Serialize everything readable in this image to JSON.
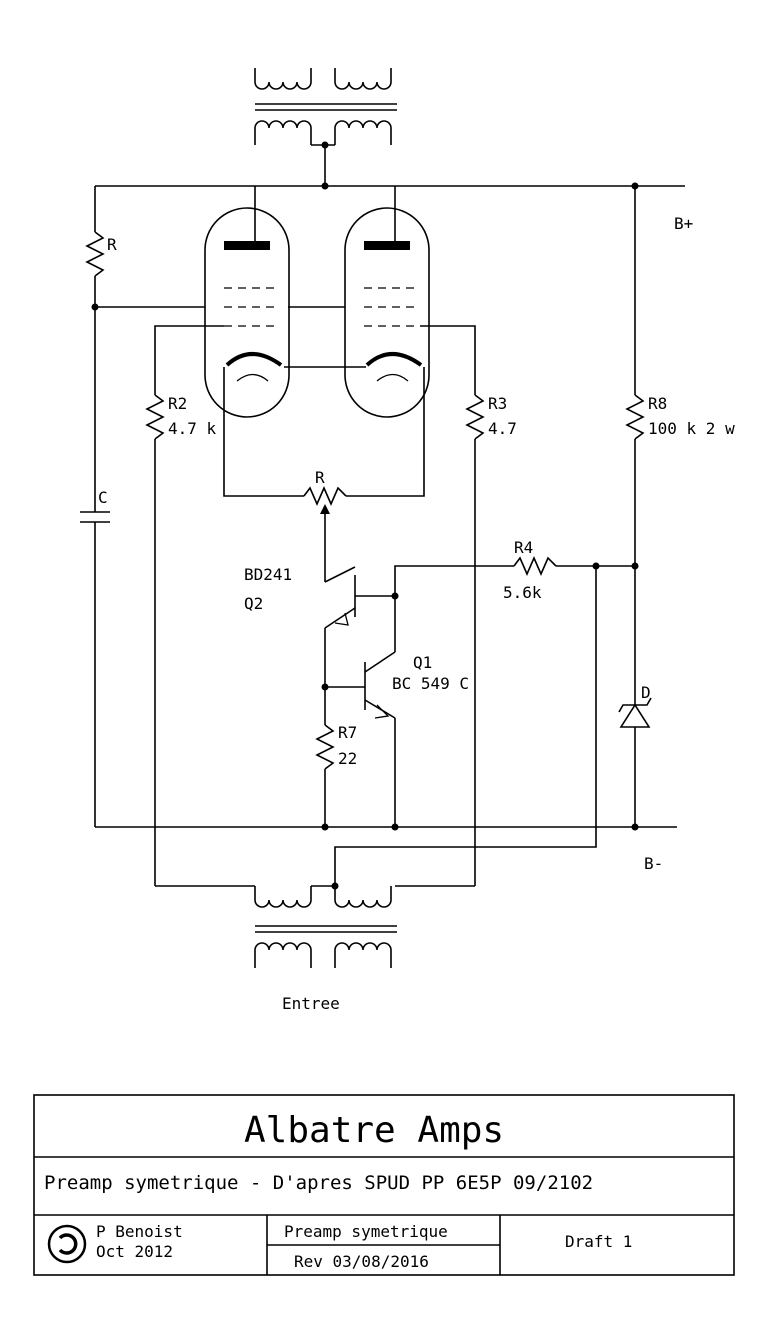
{
  "labels": {
    "bplus": "B+",
    "bminus": "B-",
    "r_top": "R",
    "c": "C",
    "r2": "R2",
    "r2_val": "4.7 k",
    "r3": "R3",
    "r3_val": "4.7",
    "r8": "R8",
    "r8_val": "100 k 2 w",
    "r_pot": "R",
    "bd241": "BD241",
    "q2": "Q2",
    "r4": "R4",
    "r4_val": "5.6k",
    "q1": "Q1",
    "q1_val": "BC 549 C",
    "d": "D",
    "r7": "R7",
    "r7_val": "22",
    "entree": "Entree"
  },
  "title_block": {
    "company": "Albatre Amps",
    "subtitle": "Preamp symetrique - D'apres SPUD PP 6E5P 09/2102",
    "author": "P Benoist",
    "date": "Oct 2012",
    "sheet_title": "Preamp symetrique",
    "revision": "Rev 03/08/2016",
    "status": "Draft 1"
  }
}
